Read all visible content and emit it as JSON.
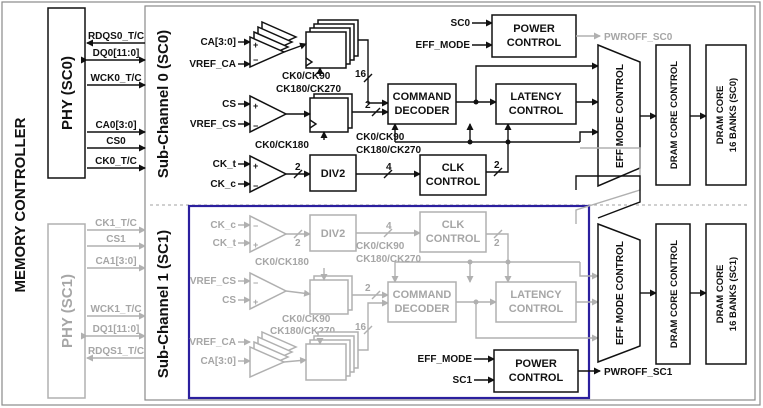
{
  "controller": {
    "title": "MEMORY CONTROLLER",
    "phy_sc0": "PHY (SC0)",
    "phy_sc1": "PHY (SC1)"
  },
  "phy0_signals": [
    "RDQS0_T/C",
    "DQ0[11:0]",
    "WCK0_T/C",
    "CA0[3:0]",
    "CS0",
    "CK0_T/C"
  ],
  "phy1_signals": [
    "CK1_T/C",
    "CS1",
    "CA1[3:0]",
    "WCK1_T/C",
    "DQ1[11:0]",
    "RDQS1_T/C"
  ],
  "sc0": {
    "title": "Sub-Channel 0 (SC0)",
    "inputs": {
      "ca": "CA[3:0]",
      "vref_ca": "VREF_CA",
      "cs": "CS",
      "vref_cs": "VREF_CS",
      "ck_t": "CK_t",
      "ck_c": "CK_c",
      "sc": "SC0",
      "eff_mode": "EFF_MODE"
    },
    "power": [
      "POWER",
      "CONTROL"
    ],
    "pwroff": "PWROFF_SC0",
    "cmd": [
      "COMMAND",
      "DECODER"
    ],
    "lat": [
      "LATENCY",
      "CONTROL"
    ],
    "div": "DIV2",
    "clk": [
      "CLK",
      "CONTROL"
    ],
    "phase_ca": [
      "CK0/CK90",
      "CK180/CK270"
    ],
    "phase_cs": "CK0/CK180",
    "phase_cmd": [
      "CK0/CK90",
      "CK180/CK270"
    ],
    "bus": {
      "ca": "16",
      "cs": "2",
      "div": "2",
      "clkbus": "4",
      "clkout": "2"
    },
    "eff": "EFF MODE CONTROL",
    "dram": "DRAM CORE CONTROL",
    "core": [
      "DRAM CORE",
      "16 BANKS (SC0)"
    ]
  },
  "sc1": {
    "title": "Sub-Channel 1 (SC1)",
    "inputs": {
      "ck_c": "CK_c",
      "ck_t": "CK_t",
      "vref_cs": "VREF_CS",
      "cs": "CS",
      "vref_ca": "VREF_CA",
      "ca": "CA[3:0]",
      "eff_mode": "EFF_MODE",
      "sc": "SC1"
    },
    "div": "DIV2",
    "clk": [
      "CLK",
      "CONTROL"
    ],
    "cmd": [
      "COMMAND",
      "DECODER"
    ],
    "lat": [
      "LATENCY",
      "CONTROL"
    ],
    "power": [
      "POWER",
      "CONTROL"
    ],
    "pwroff": "PWROFF_SC1",
    "phase_clk": [
      "CK0/CK90",
      "CK180/CK270"
    ],
    "phase_cs": "CK0/CK180",
    "phase_ca": [
      "CK0/CK90",
      "CK180/CK270"
    ],
    "bus": {
      "div": "2",
      "clkbus": "4",
      "clkout": "2",
      "cs": "2",
      "ca": "16"
    },
    "eff": "EFF MODE CONTROL",
    "dram": "DRAM CORE CONTROL",
    "core": [
      "DRAM CORE",
      "16 BANKS (SC1)"
    ]
  },
  "colors": {
    "black": "#111111",
    "gray": "#a6a6a6",
    "highlight": "#2b1f9e"
  }
}
